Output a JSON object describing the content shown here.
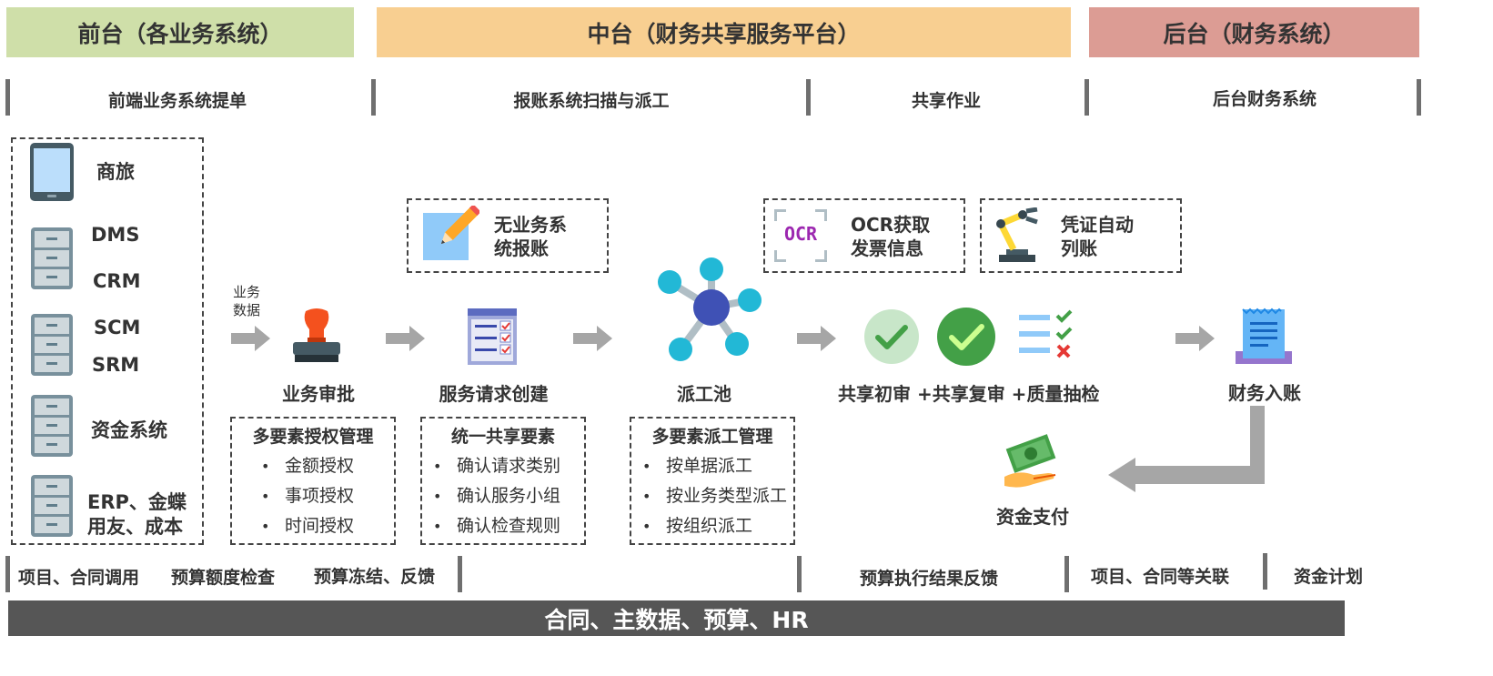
{
  "headers": {
    "front": "前台（各业务系统）",
    "middle": "中台（财务共享服务平台）",
    "back": "后台（财务系统）"
  },
  "subheaders": {
    "front_submit": "前端业务系统提单",
    "scan_dispatch": "报账系统扫描与派工",
    "shared_work": "共享作业",
    "back_finance": "后台财务系统"
  },
  "systems": {
    "travel": "商旅",
    "dms": "DMS",
    "crm": "CRM",
    "scm": "SCM",
    "srm": "SRM",
    "funds": "资金系统",
    "erp_line1": "ERP、金蝶",
    "erp_line2": "用友、成本"
  },
  "flow": {
    "business_data_line1": "业务",
    "business_data_line2": "数据",
    "approval": "业务审批",
    "request_create": "服务请求创建",
    "dispatch_pool": "派工池",
    "shared_review": "共享初审 +共享复审 +质量抽检",
    "posting": "财务入账",
    "payment": "资金支付"
  },
  "side_boxes": {
    "no_system_line1": "无业务系",
    "no_system_line2": "统报账",
    "ocr_badge": "OCR",
    "ocr_line1": "OCR获取",
    "ocr_line2": "发票信息",
    "voucher_line1": "凭证自动",
    "voucher_line2": "列账"
  },
  "detail_groups": [
    {
      "title": "多要素授权管理",
      "items": [
        "金额授权",
        "事项授权",
        "时间授权"
      ]
    },
    {
      "title": "统一共享要素",
      "items": [
        "确认请求类别",
        "确认服务小组",
        "确认检查规则"
      ]
    },
    {
      "title": "多要素派工管理",
      "items": [
        "按单据派工",
        "按业务类型派工",
        "按组织派工"
      ]
    }
  ],
  "bottom_labels": {
    "project_contract_call": "项目、合同调用",
    "budget_check": "预算额度检查",
    "budget_freeze": "预算冻结、反馈",
    "budget_result": "预算执行结果反馈",
    "project_contract_link": "项目、合同等关联",
    "funds_plan": "资金计划"
  },
  "footer": "合同、主数据、预算、HR",
  "icons": {
    "phone": "tablet-icon",
    "server": "server-icon",
    "stamp": "stamp-icon",
    "form": "form-checklist-icon",
    "hub": "network-hub-icon",
    "pencil": "pencil-note-icon",
    "ocr": "ocr-scan-icon",
    "robot": "robot-arm-icon",
    "check": "check-circle-icon",
    "checklist": "quality-checklist-icon",
    "receipt": "receipt-icon",
    "money": "money-hand-icon"
  },
  "colors": {
    "front_header": "#cfdfa9",
    "middle_header": "#f8cf91",
    "back_header": "#dc9c94",
    "footer_bar": "#565656",
    "arrow": "#a6a6a6",
    "hub_blue": "#3f51b5",
    "hub_cyan": "#22b8d6",
    "check_green": "#43a047",
    "ocr_purple": "#9c27b0"
  }
}
